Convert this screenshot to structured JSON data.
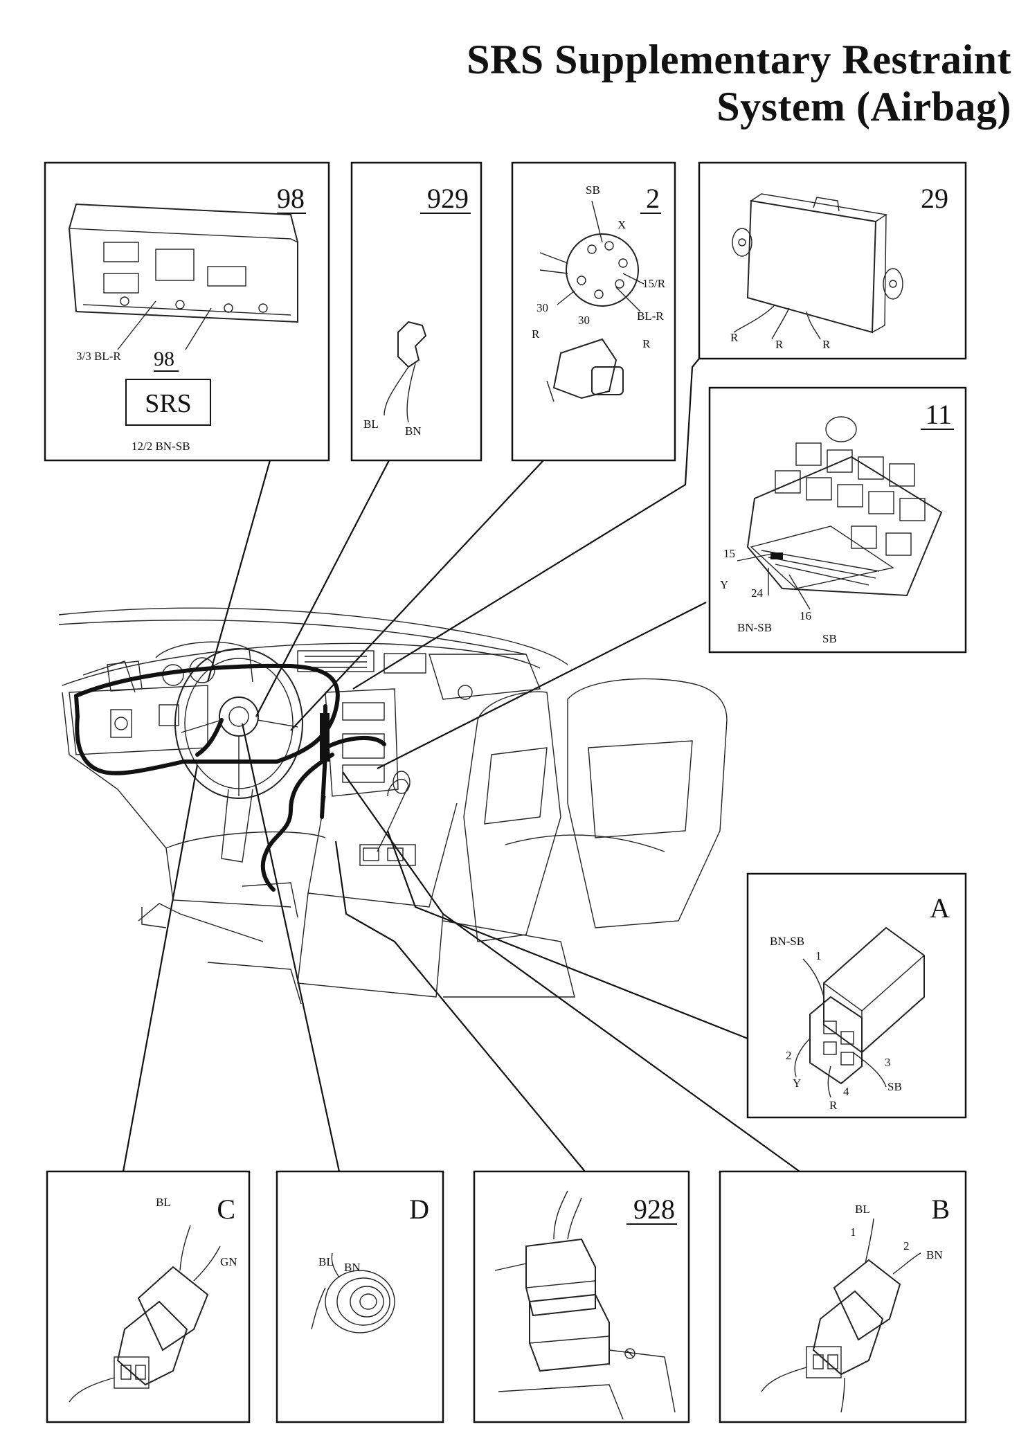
{
  "title": {
    "line1": "SRS Supplementary Restraint",
    "line2": "System (Airbag)"
  },
  "components": {
    "c98": {
      "id": "98",
      "sub_id": "98",
      "tag": "SRS",
      "wire_upper": "3/3 BL-R",
      "wire_lower": "12/2 BN-SB"
    },
    "c929": {
      "id": "929",
      "wire_1": "BL",
      "wire_2": "BN"
    },
    "c2": {
      "id": "2",
      "pin_sb": "SB",
      "pin_x": "X",
      "pin_15r": "15/R",
      "pin_30a": "30",
      "pin_blr": "BL-R",
      "pin_30b": "30",
      "wire_r1": "R",
      "wire_r2": "R"
    },
    "c29": {
      "id": "29",
      "wire_1": "R",
      "wire_2": "R",
      "wire_3": "R"
    },
    "c11": {
      "id": "11",
      "pin_15": "15",
      "wire_y": "Y",
      "pin_24": "24",
      "wire_bnsb": "BN-SB",
      "pin_16": "16",
      "wire_sb": "SB"
    },
    "cA": {
      "id": "A",
      "wire_bnsb": "BN-SB",
      "pin_1": "1",
      "pin_2": "2",
      "wire_y": "Y",
      "pin_3": "3",
      "wire_sb": "SB",
      "pin_4": "4",
      "wire_r": "R"
    },
    "cC": {
      "id": "C",
      "wire_bl": "BL",
      "wire_gn": "GN"
    },
    "cD": {
      "id": "D",
      "wire_bl": "BL",
      "wire_bn": "BN"
    },
    "c928": {
      "id": "928"
    },
    "cB": {
      "id": "B",
      "wire_bl": "BL",
      "pin_1": "1",
      "pin_2": "2",
      "wire_bn": "BN"
    }
  }
}
